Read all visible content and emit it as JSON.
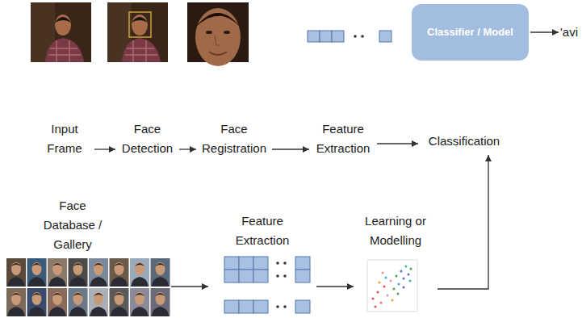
{
  "diagram": {
    "nodes": [
      {
        "text": [
          "Classifier / Model"
        ]
      },
      {
        "text": [
          "'avi"
        ]
      },
      {
        "text": [
          "Input Frame"
        ]
      },
      {
        "text": [
          "Face Detection"
        ]
      },
      {
        "text": [
          "Face Registration"
        ]
      },
      {
        "text": [
          "Feature Extraction"
        ]
      },
      {
        "text": [
          "Classification"
        ]
      },
      {
        "text": [
          "Face Database / Gallery"
        ]
      },
      {
        "text": [
          "Feature Extraction"
        ]
      },
      {
        "text": [
          "Learning or Modelling"
        ]
      }
    ],
    "edges": [
      {
        "from": 0,
        "to": 1,
        "arrow": "to"
      },
      {
        "from": 2,
        "to": 3,
        "arrow": "to"
      },
      {
        "from": 3,
        "to": 4,
        "arrow": "to"
      },
      {
        "from": 4,
        "to": 5,
        "arrow": "to"
      },
      {
        "from": 5,
        "to": 6,
        "arrow": "to"
      },
      {
        "from": 7,
        "to": 8,
        "arrow": "to"
      },
      {
        "from": 8,
        "to": 9,
        "arrow": "to"
      },
      {
        "from": 9,
        "to": 6,
        "arrow": "to"
      }
    ]
  }
}
